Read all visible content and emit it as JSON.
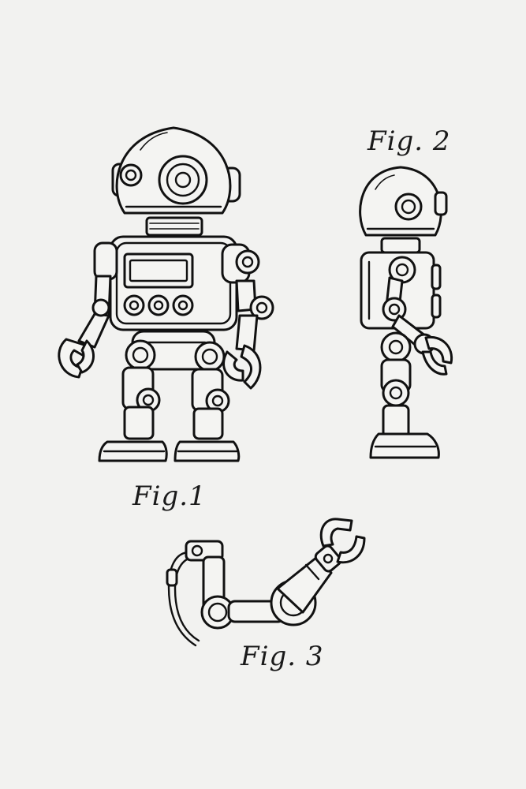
{
  "sheet": {
    "background_color": "#f2f2f0",
    "ink_color": "#111111"
  },
  "figures": [
    {
      "id": "fig1",
      "label": "Fig.1",
      "subject": "robot-front-view-drawing"
    },
    {
      "id": "fig2",
      "label": "Fig. 2",
      "subject": "robot-side-view-drawing"
    },
    {
      "id": "fig3",
      "label": "Fig. 3",
      "subject": "robotic-arm-drawing"
    }
  ]
}
